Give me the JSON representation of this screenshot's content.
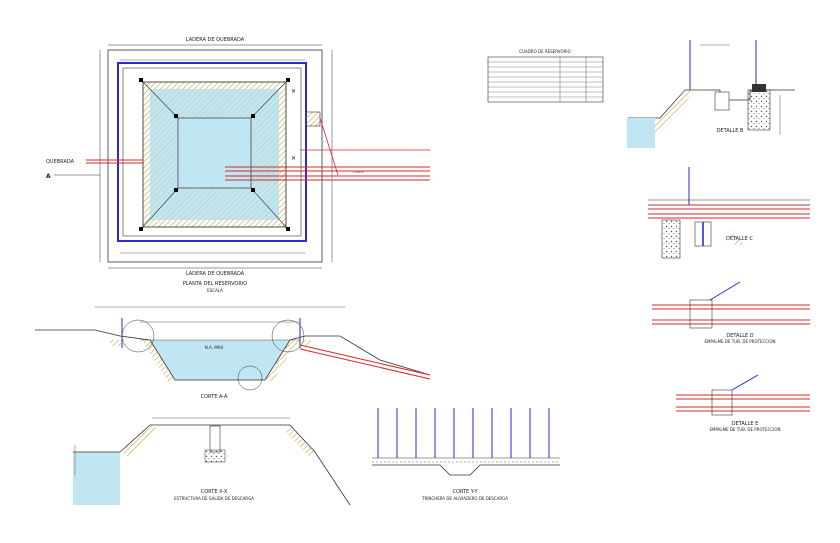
{
  "plan": {
    "top_label": "LADERA DE QUEBRADA",
    "bottom_label": "LADERA DE QUEBRADA",
    "inlet_label": "QUEBRADA",
    "section_marker": "A",
    "title": "PLANTA DEL RESERVORIO",
    "subtitle": "ESCALA"
  },
  "table": {
    "title": "CUADRO DE RESERVORIO",
    "rows": 9
  },
  "section_aa": {
    "label": "CORTE A-A",
    "water_label": "N.A. MAX"
  },
  "detail_b": {
    "label": "DETALLE B"
  },
  "detail_c": {
    "label": "DETALLE C"
  },
  "detail_d": {
    "label": "DETALLE D",
    "subtitle": "EMPALME DE TUB. DE PROTECCION"
  },
  "detail_e": {
    "label": "DETALLE E",
    "subtitle": "EMPALME DE TUB. DE PROTECCION"
  },
  "section_xx": {
    "label": "CORTE X-X",
    "subtitle": "ESTRUCTURA DE SALIDA DE DESCARGA"
  },
  "section_yy": {
    "label": "CORTE Y-Y",
    "subtitle": "TRINCHERA DE ALIVIADERO DE DESCARGA"
  },
  "colors": {
    "water": "#bfe6f2",
    "pipe_red": "#d42a2a",
    "pipe_blue": "#2a2ad4",
    "earth": "#c9a24a",
    "line": "#333333"
  }
}
